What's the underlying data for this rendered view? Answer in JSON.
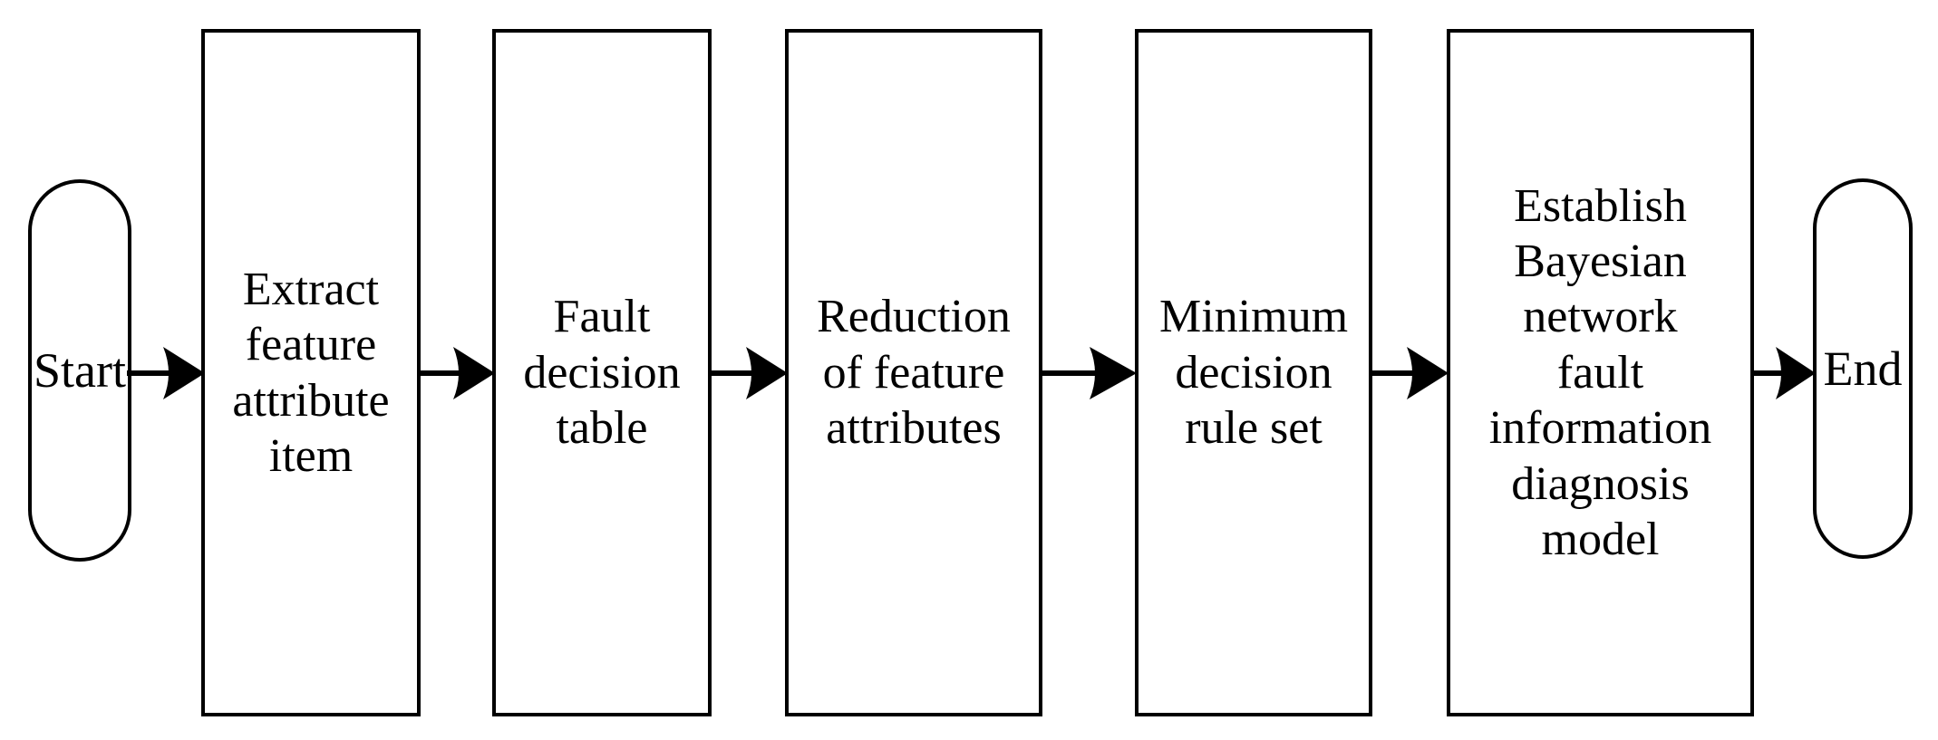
{
  "diagram": {
    "type": "flowchart",
    "orientation": "left-to-right",
    "background_color": "#ffffff",
    "stroke_color": "#000000",
    "text_color": "#000000",
    "nodes": [
      {
        "id": "start",
        "shape": "terminator",
        "label": "Start"
      },
      {
        "id": "extract-feature-attribute-item",
        "shape": "process",
        "label": "Extract\nfeature\nattribute\nitem"
      },
      {
        "id": "fault-decision-table",
        "shape": "process",
        "label": "Fault\ndecision\ntable"
      },
      {
        "id": "reduction-of-feature-attributes",
        "shape": "process",
        "label": "Reduction\nof feature\nattributes"
      },
      {
        "id": "minimum-decision-rule-set",
        "shape": "process",
        "label": "Minimum\ndecision\nrule set"
      },
      {
        "id": "establish-bayesian-network-model",
        "shape": "process",
        "label": "Establish\nBayesian\nnetwork\nfault\ninformation\ndiagnosis\nmodel"
      },
      {
        "id": "end",
        "shape": "terminator",
        "label": "End"
      }
    ],
    "edges": [
      {
        "id": "edge-1",
        "from": "start",
        "to": "extract-feature-attribute-item",
        "arrow": "filled-barbed"
      },
      {
        "id": "edge-2",
        "from": "extract-feature-attribute-item",
        "to": "fault-decision-table",
        "arrow": "filled-barbed"
      },
      {
        "id": "edge-3",
        "from": "fault-decision-table",
        "to": "reduction-of-feature-attributes",
        "arrow": "filled-barbed"
      },
      {
        "id": "edge-4",
        "from": "reduction-of-feature-attributes",
        "to": "minimum-decision-rule-set",
        "arrow": "filled-barbed"
      },
      {
        "id": "edge-5",
        "from": "minimum-decision-rule-set",
        "to": "establish-bayesian-network-model",
        "arrow": "filled-barbed"
      },
      {
        "id": "edge-6",
        "from": "establish-bayesian-network-model",
        "to": "end",
        "arrow": "filled-barbed"
      }
    ]
  }
}
